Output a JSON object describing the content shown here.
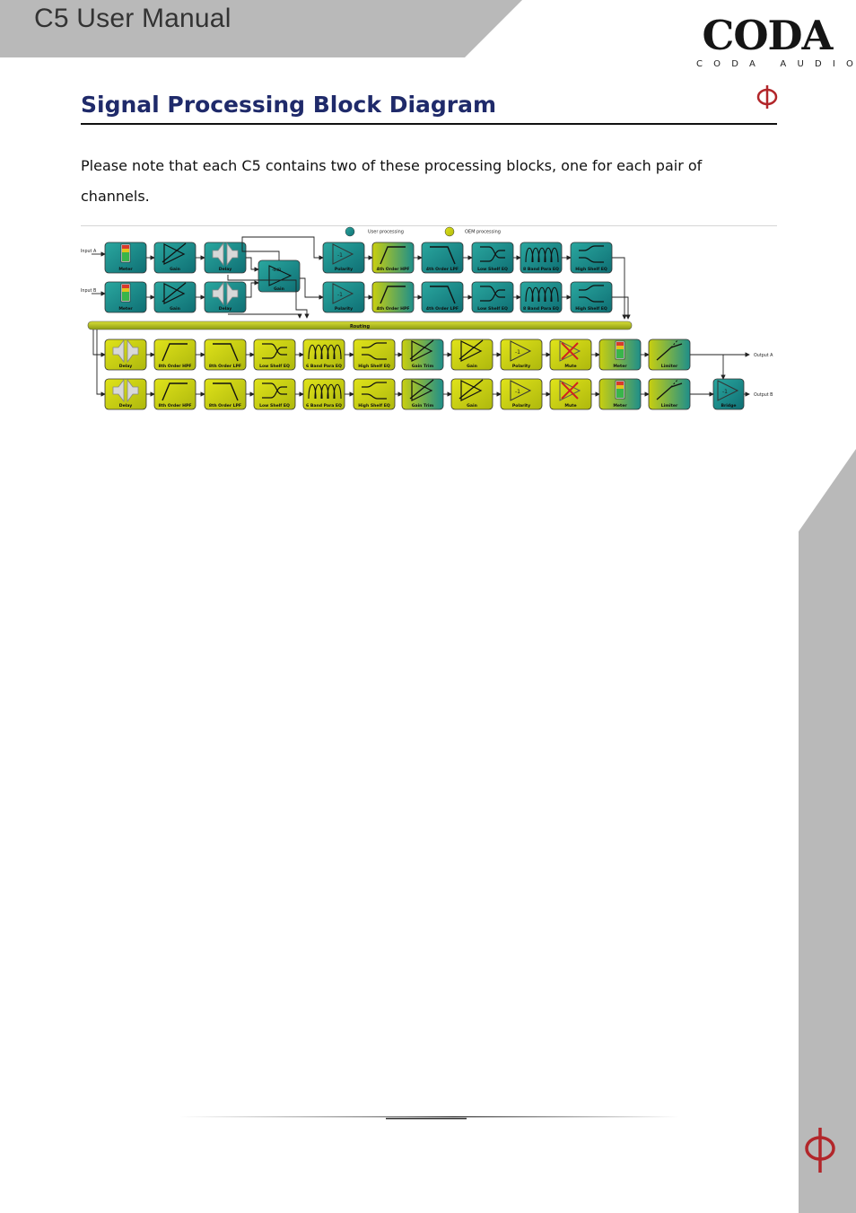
{
  "header": {
    "manual_title": "C5 User Manual",
    "logo_word": "CODA",
    "logo_sub": "CODA AUDIO"
  },
  "page": {
    "heading": "Signal Processing Block Diagram",
    "intro_line_1": "Please note that each C5 contains two of these processing blocks, one for each pair of",
    "intro_line_2": "channels."
  },
  "diagram": {
    "legend": {
      "user": "User processing",
      "oem": "OEM processing"
    },
    "inputs": [
      "Input A",
      "Input B"
    ],
    "outputs": [
      "Output A",
      "Output B"
    ],
    "input_blocks": [
      "Meter",
      "Gain",
      "Delay"
    ],
    "sum_gain": "Gain",
    "sum_gain_value": "-6dB",
    "user_chain": [
      "Polarity",
      "4th Order HPF",
      "4th Order LPF",
      "Low Shelf EQ",
      "8 Band Para EQ",
      "High Shelf EQ"
    ],
    "routing": "Routing",
    "oem_chain": [
      "Delay",
      "8th Order HPF",
      "8th Order LPF",
      "Low Shelf EQ",
      "6 Band Para EQ",
      "High Shelf EQ",
      "Gain Trim",
      "Gain",
      "Polarity",
      "Mute",
      "Meter",
      "Limiter"
    ],
    "bridge": "Bridge",
    "colors": {
      "user": "#1e8f8a",
      "oem": "#c9cf0f"
    }
  }
}
